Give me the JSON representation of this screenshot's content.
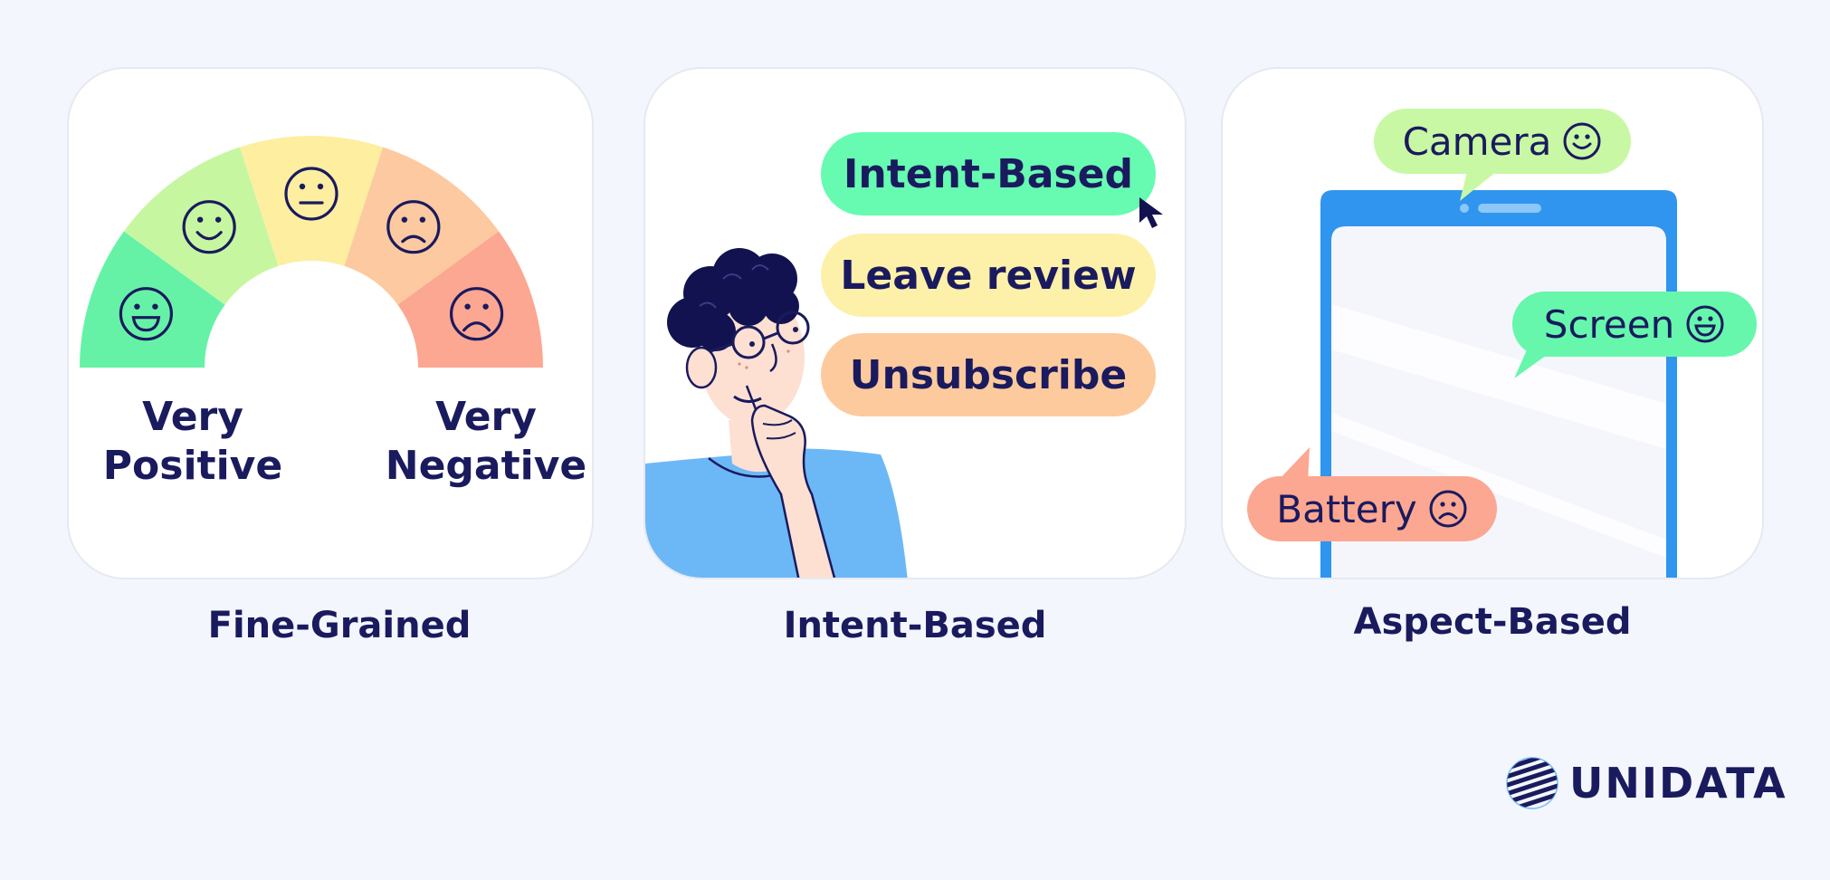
{
  "panels": [
    {
      "caption": "Fine-Grained",
      "scale_left_label": "Very\nPositive",
      "scale_right_label": "Very\nNegative",
      "gauge_segments": [
        {
          "mood": "very-positive",
          "color": "#66f2a6"
        },
        {
          "mood": "positive",
          "color": "#c6f7a0"
        },
        {
          "mood": "neutral",
          "color": "#fdeea0"
        },
        {
          "mood": "negative",
          "color": "#fdc9a0"
        },
        {
          "mood": "very-negative",
          "color": "#fca791"
        }
      ]
    },
    {
      "caption": "Intent-Based",
      "options": [
        {
          "label": "Intent-Based",
          "color": "#66fbb1",
          "selected": true
        },
        {
          "label": "Leave review",
          "color": "#fdf0a8",
          "selected": false
        },
        {
          "label": "Unsubscribe",
          "color": "#fdca9d",
          "selected": false
        }
      ]
    },
    {
      "caption": "Aspect-Based",
      "aspects": [
        {
          "label": "Camera",
          "sentiment": "positive",
          "icon": "smile-icon",
          "color": "#c8f8a4"
        },
        {
          "label": "Screen",
          "sentiment": "very-positive",
          "icon": "grin-icon",
          "color": "#66f7ac"
        },
        {
          "label": "Battery",
          "sentiment": "negative",
          "icon": "frown-icon",
          "color": "#fca791"
        }
      ]
    }
  ],
  "brand": {
    "name": "UNIDATA",
    "color": "#1a1a5e"
  }
}
